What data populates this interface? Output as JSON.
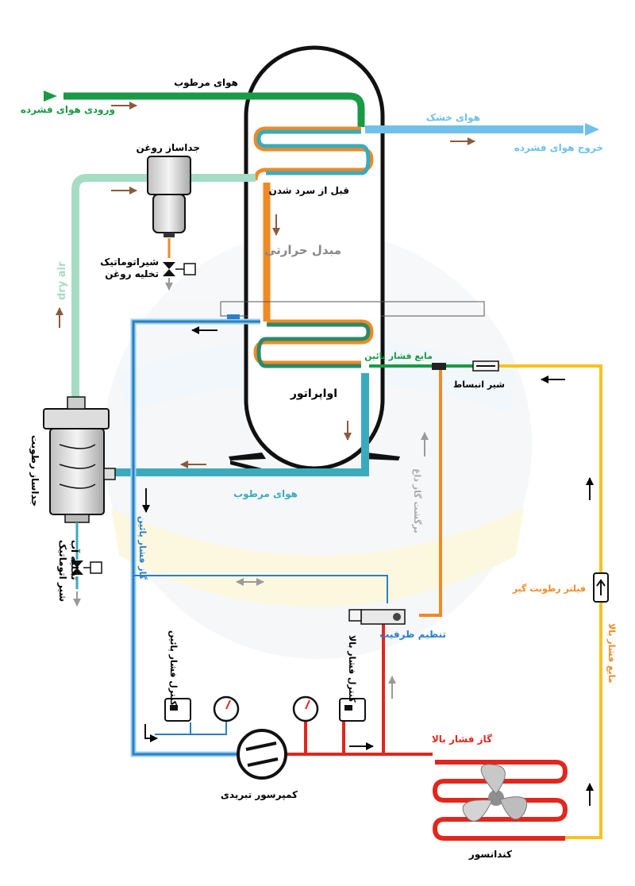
{
  "labels": {
    "moist_air_top": "هوای مرطوب",
    "compressed_air_inlet": "ورودی هوای فشرده",
    "dry_air_top": "هوای خشک",
    "compressed_air_outlet": "خروج هوای فشرده",
    "oil_separator": "جداساز روغن",
    "precool": "قبل از سرد شدن",
    "heat_exchanger": "مبدل حرارتی",
    "auto_oil_drain": "شیراتوماتیک\nتخلیه روغن",
    "dry_air_vertical": "dry air",
    "low_pressure_liquid": "مایع فشار پائین",
    "expansion_valve": "شیر انبساط",
    "evaporator": "اواپراتور",
    "moist_separator": "جداساز رطوبت",
    "moist_air_bottom": "هوای مرطوب",
    "hot_gas_return": "برگشت گاز داغ",
    "low_pressure_gas": "گاز فشار پائین",
    "auto_water_drain": "شیر اتوماتیک\nتخلیه آب",
    "capacity_control": "تنظیم ظرفیت",
    "filter_drier": "فیلتر رطوبت گیر",
    "high_pressure_liquid": "مایع فشار بالا",
    "low_pressure_control": "کنترل فشار پائین",
    "high_pressure_control": "کنترل فشار بالا",
    "high_pressure_gas": "گاز فشار بالا",
    "compressor": "کمپرسور تبریدی",
    "condenser": "کندانسور"
  },
  "colors": {
    "green_line": "#1a9a46",
    "light_blue_line": "#6fc0ea",
    "mint_line": "#a7dcc4",
    "orange_line": "#f08a24",
    "teal_line": "#3aabbd",
    "blue_line": "#2a7fc8",
    "red_line": "#e3261d",
    "yellow_line": "#f5c21f",
    "arrow_brown": "#8b5a3c"
  },
  "icons": {
    "compressor": "compressor-icon",
    "fan": "fan-icon",
    "gauge": "pressure-gauge-icon",
    "valve": "valve-icon",
    "pressure_switch": "pressure-switch-icon"
  }
}
